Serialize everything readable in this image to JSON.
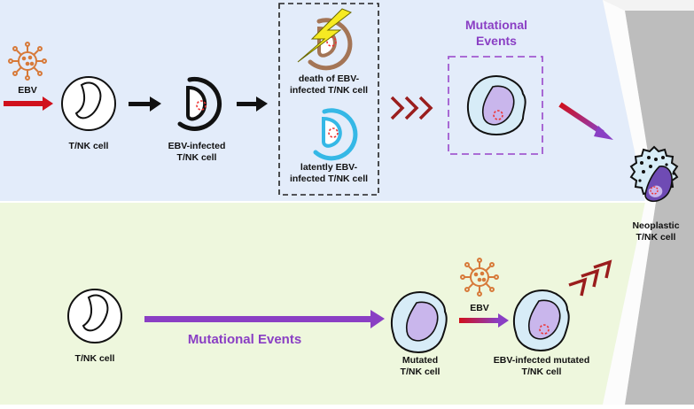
{
  "labels": {
    "ebv_top": "EBV",
    "tnk_top": "T/NK cell",
    "ebv_infected_1": "EBV-infected",
    "ebv_infected_2": "T/NK cell",
    "death_1": "death of EBV-",
    "death_2": "infected T/NK cell",
    "latent_1": "latently EBV-",
    "latent_2": "infected T/NK cell",
    "mutational_1": "Mutational",
    "mutational_2": "Events",
    "neoplastic_1": "Neoplastic",
    "neoplastic_2": "T/NK cell",
    "tnk_bottom": "T/NK cell",
    "mutational_events_bottom": "Mutational Events",
    "mutated_1": "Mutated",
    "mutated_2": "T/NK cell",
    "ebv_bottom": "EBV",
    "ebv_mutated_1": "EBV-infected mutated",
    "ebv_mutated_2": "T/NK cell"
  },
  "colors": {
    "top_bg": "#e3ecfa",
    "bottom_bg": "#eef7dd",
    "right_bg": "#bdbdbd",
    "purple": "#8a3fc4",
    "red_arrow": "#d0101c",
    "dark_red_chevron": "#9a1d1d",
    "virus": "#d77a3a",
    "brown_cell": "#a47556",
    "cyan_cell": "#35b8e6",
    "cell_fill": "#d7ecf7",
    "nucleus_fill": "#c9b6ec",
    "neoplastic_nucleus": "#6f4bb4"
  }
}
